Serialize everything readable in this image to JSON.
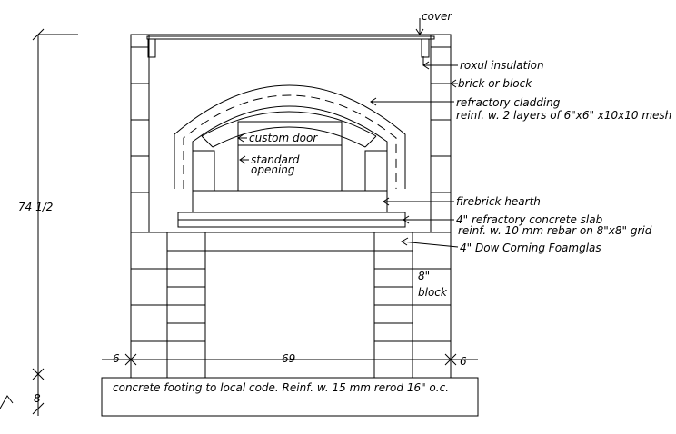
{
  "labels": {
    "cover": "cover",
    "roxul": "roxul insulation",
    "brick": "brick or block",
    "cladding_1": "refractory cladding",
    "cladding_2": "reinf. w. 2 layers of 6\"x6\" x10x10 mesh",
    "custom_door": "custom door",
    "standard_1": "standard",
    "standard_2": "opening",
    "hearth": "firebrick hearth",
    "slab_1": "4\" refractory concrete slab",
    "slab_2": "reinf. w. 10 mm rebar  on 8\"x8\" grid",
    "foamglas": "4\" Dow Corning Foamglas",
    "block_1": "8\"",
    "block_2": "block",
    "footing": "concrete footing to local code. Reinf. w. 15 mm rerod 16\" o.c."
  },
  "dimensions": {
    "height": "74 1/2",
    "footing_height": "8",
    "width": "69",
    "left_wall": "6",
    "right_wall": "6"
  }
}
